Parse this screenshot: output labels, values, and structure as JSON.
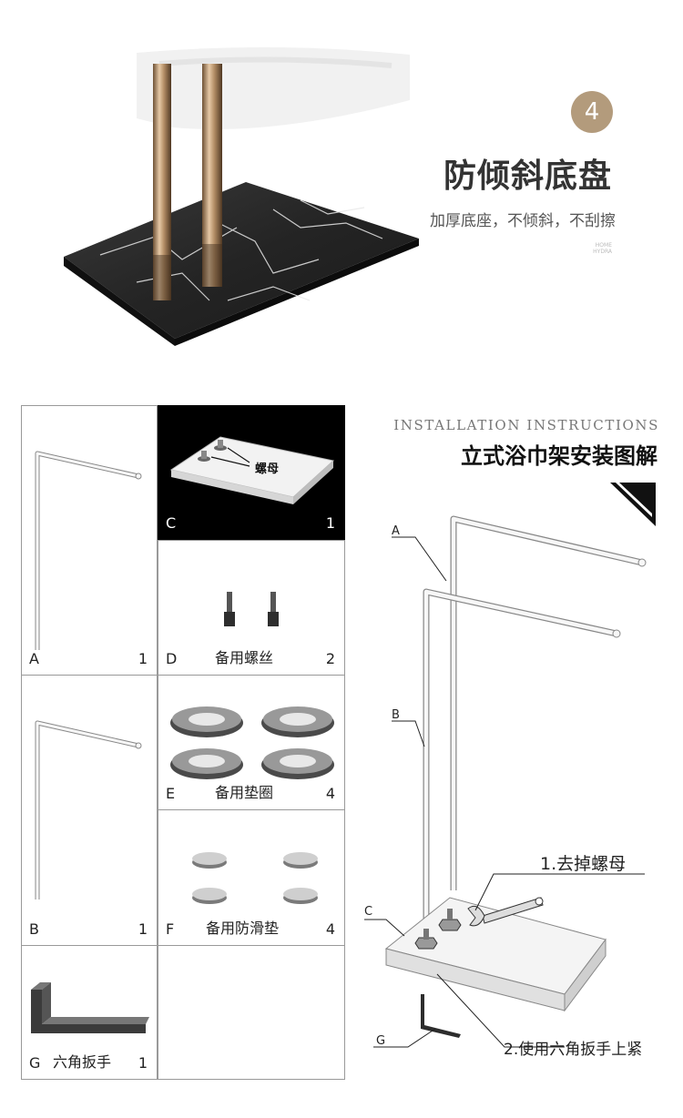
{
  "feature": {
    "number": "4",
    "title": "防倾斜底盘",
    "subtitle": "加厚底座，不倾斜，不刮擦",
    "brand_line1": "HOME",
    "brand_line2": "HYDRA"
  },
  "parts": [
    {
      "letter": "A",
      "name": "",
      "qty": "1"
    },
    {
      "letter": "B",
      "name": "",
      "qty": "1"
    },
    {
      "letter": "C",
      "name": "",
      "qty": "1",
      "callout": "螺母"
    },
    {
      "letter": "D",
      "name": "备用螺丝",
      "qty": "2"
    },
    {
      "letter": "E",
      "name": "备用垫圈",
      "qty": "4"
    },
    {
      "letter": "F",
      "name": "备用防滑垫",
      "qty": "4"
    },
    {
      "letter": "G",
      "name": "六角扳手",
      "qty": "1"
    }
  ],
  "instructions": {
    "title_en": "INSTALLATION INSTRUCTIONS",
    "title_cn": "立式浴巾架安装图解",
    "labels": {
      "a": "A",
      "b": "B",
      "c": "C",
      "g": "G"
    },
    "step1": "1.去掉螺母",
    "step2": "2.使用六角扳手上紧"
  },
  "colors": {
    "accent": "#b39b7c",
    "rod_gold": "#b8926a",
    "marble": "#2a2a2a"
  }
}
